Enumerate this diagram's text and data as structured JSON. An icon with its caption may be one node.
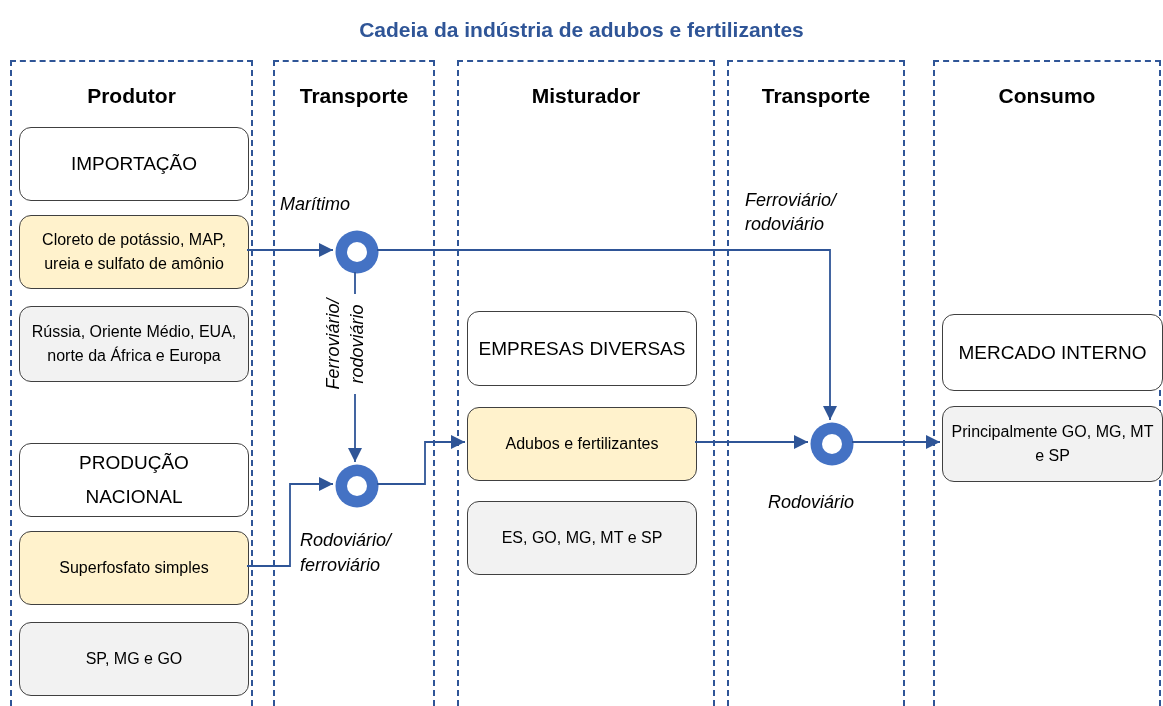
{
  "diagram": {
    "title": "Cadeia da indústria de adubos e fertilizantes",
    "nodes": [
      {
        "text": [
          "Produtor"
        ]
      },
      {
        "text": [
          "Transporte"
        ]
      },
      {
        "text": [
          "Misturador"
        ]
      },
      {
        "text": [
          "Transporte"
        ]
      },
      {
        "text": [
          "Consumo"
        ]
      },
      {
        "text": [
          "IMPORTAÇÃO"
        ],
        "in": 0
      },
      {
        "text": [
          "Cloreto de potássio, MAP, ureia e sulfato de amônio"
        ],
        "in": 0
      },
      {
        "text": [
          "Rússia, Oriente Médio, EUA, norte da África e Europa"
        ],
        "in": 0
      },
      {
        "text": [
          "PRODUÇÃO NACIONAL"
        ],
        "in": 0
      },
      {
        "text": [
          "Superfosfato simples"
        ],
        "in": 0
      },
      {
        "text": [
          "SP, MG e GO"
        ],
        "in": 0
      },
      {
        "text": [],
        "shape": "circle",
        "beside": [
          "Marítimo"
        ],
        "in": 1
      },
      {
        "text": [],
        "shape": "circle",
        "beside": [
          "Rodoviário/ ferroviário"
        ],
        "in": 1
      },
      {
        "text": [
          "EMPRESAS DIVERSAS"
        ],
        "in": 2
      },
      {
        "text": [
          "Adubos e fertilizantes"
        ],
        "in": 2
      },
      {
        "text": [
          "ES, GO, MG, MT e SP"
        ],
        "in": 2
      },
      {
        "text": [],
        "shape": "circle",
        "beside": [
          "Rodoviário"
        ],
        "in": 3
      },
      {
        "text": [
          "MERCADO INTERNO"
        ],
        "in": 4
      },
      {
        "text": [
          "Principalmente GO, MG, MT e SP"
        ],
        "in": 4
      }
    ],
    "edges": [
      {
        "from": 6,
        "to": 11,
        "arrow": "to"
      },
      {
        "from": 11,
        "to": 12,
        "arrow": "to",
        "label": "Ferroviário/ rodoviário"
      },
      {
        "from": 9,
        "to": 12,
        "arrow": "to"
      },
      {
        "from": 12,
        "to": 14,
        "arrow": "to"
      },
      {
        "from": 11,
        "to": 16,
        "arrow": "to",
        "label": "Ferroviário/ rodoviário"
      },
      {
        "from": 14,
        "to": 16,
        "arrow": "to"
      },
      {
        "from": 16,
        "to": 18,
        "arrow": "to"
      }
    ]
  }
}
